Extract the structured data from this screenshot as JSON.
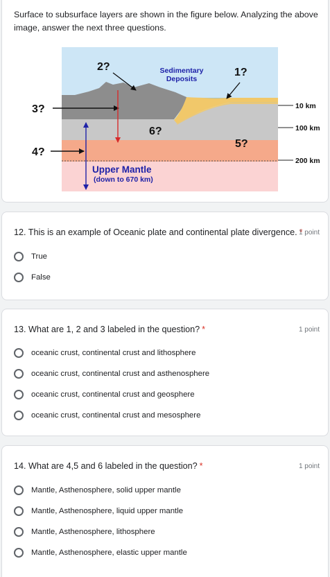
{
  "intro": {
    "text": "Surface to subsurface layers are shown in the figure below. Analyzing the above image, answer the next three questions.",
    "diagram": {
      "label_2": "2?",
      "label_1": "1?",
      "label_3": "3?",
      "label_4": "4?",
      "label_5": "5?",
      "label_6": "6?",
      "sed_line1": "Sedimentary",
      "sed_line2": "Deposits",
      "upper_mantle": "Upper Mantle",
      "upper_mantle_sub": "(down to 670 km)",
      "depth_10": "10 km",
      "depth_100": "100 km",
      "depth_200": "200 km",
      "colors": {
        "sky": "#cde6f6",
        "crust": "#8d8d8d",
        "lithosphere": "#c8c8c8",
        "asthenosphere": "#f5a98a",
        "upper_mantle": "#fbd3d3",
        "ocean": "#7ec0ee",
        "sediment": "#f1c86a",
        "label_blue": "#1e22a8"
      }
    }
  },
  "questions": [
    {
      "title": "12. This is an example of Oceanic plate and continental plate divergence.",
      "required_mark": "*",
      "points": "1 point",
      "options": [
        "True",
        "False"
      ]
    },
    {
      "title": "13. What are 1, 2 and 3 labeled in the question?",
      "required_mark": "*",
      "points": "1 point",
      "options": [
        "oceanic crust, continental crust and lithosphere",
        "oceanic crust, continental crust and asthenosphere",
        "oceanic crust, continental crust and geosphere",
        "oceanic crust, continental crust and mesosphere"
      ]
    },
    {
      "title": "14. What are 4,5 and 6 labeled in the question?",
      "required_mark": "*",
      "points": "1 point",
      "options": [
        "Mantle, Asthenosphere, solid upper mantle",
        "Mantle, Asthenosphere, liquid upper mantle",
        "Mantle, Asthenosphere, lithosphere",
        "Mantle, Asthenosphere, elastic upper mantle"
      ]
    }
  ]
}
